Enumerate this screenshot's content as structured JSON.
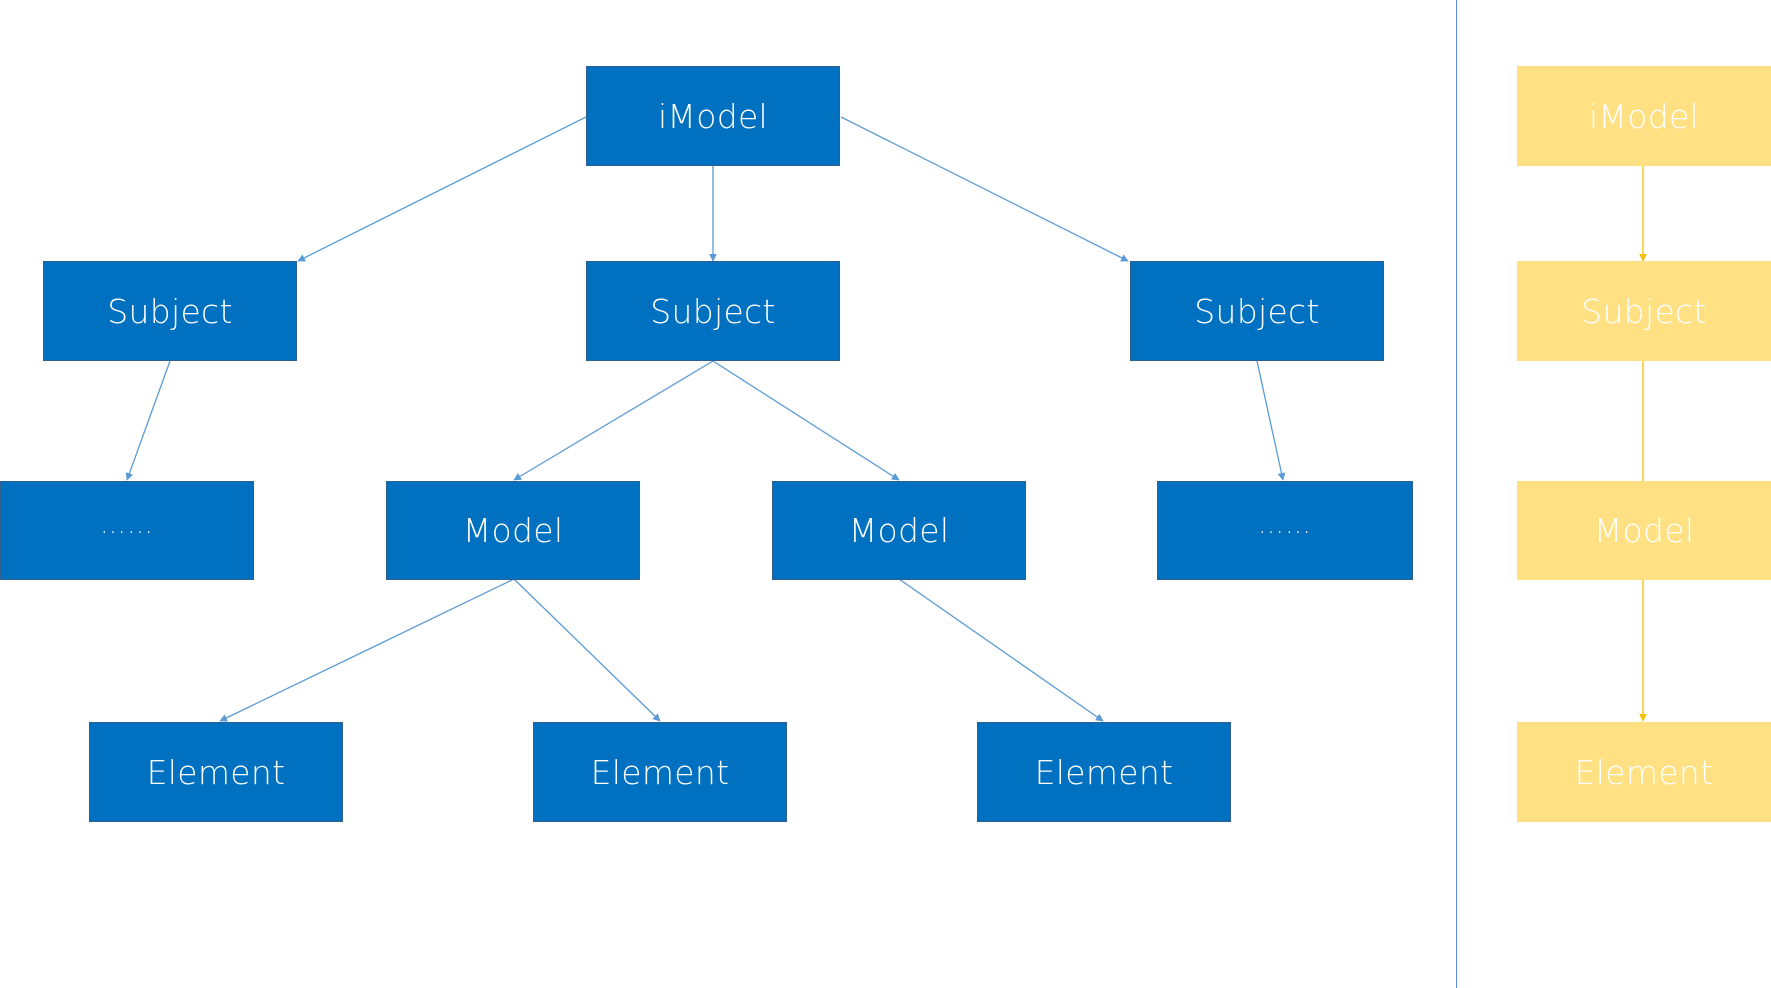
{
  "colors": {
    "hierarchy_box": "#0070c0",
    "hierarchy_connector": "#5b9bd5",
    "chain_box": "#ffe083",
    "chain_connector": "#f5c000",
    "divider": "#5b8fd0",
    "box_text": "#ffffff"
  },
  "hierarchy": {
    "root": {
      "label": "iModel"
    },
    "subjects": [
      {
        "label": "Subject",
        "children": [
          {
            "label": "……"
          }
        ]
      },
      {
        "label": "Subject",
        "children": [
          {
            "label": "Model",
            "children": [
              {
                "label": "Element"
              },
              {
                "label": "Element"
              }
            ]
          },
          {
            "label": "Model",
            "children": [
              {
                "label": "Element"
              }
            ]
          }
        ]
      },
      {
        "label": "Subject",
        "children": [
          {
            "label": "……"
          }
        ]
      }
    ]
  },
  "chain": {
    "levels": [
      {
        "label": "iModel"
      },
      {
        "label": "Subject"
      },
      {
        "label": "Model"
      },
      {
        "label": "Element"
      }
    ]
  }
}
